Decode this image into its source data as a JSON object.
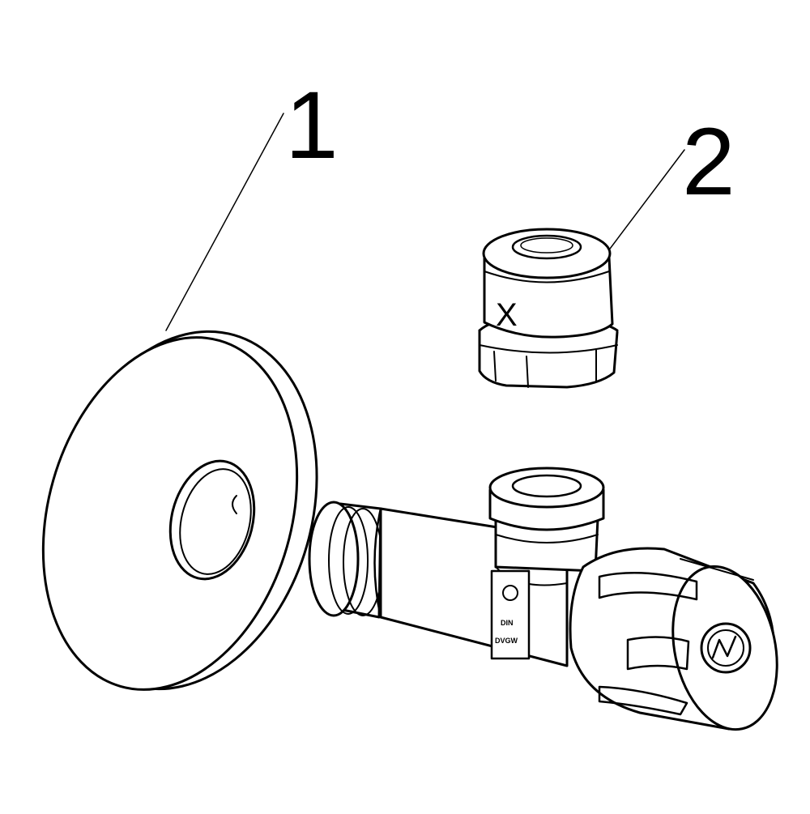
{
  "callouts": {
    "part_1": "1",
    "part_2": "2"
  },
  "nut_marking": "X",
  "valve_label": {
    "line1": "DIN",
    "line2": "DVGW"
  },
  "colors": {
    "ink": "#000000",
    "paper": "#ffffff"
  }
}
